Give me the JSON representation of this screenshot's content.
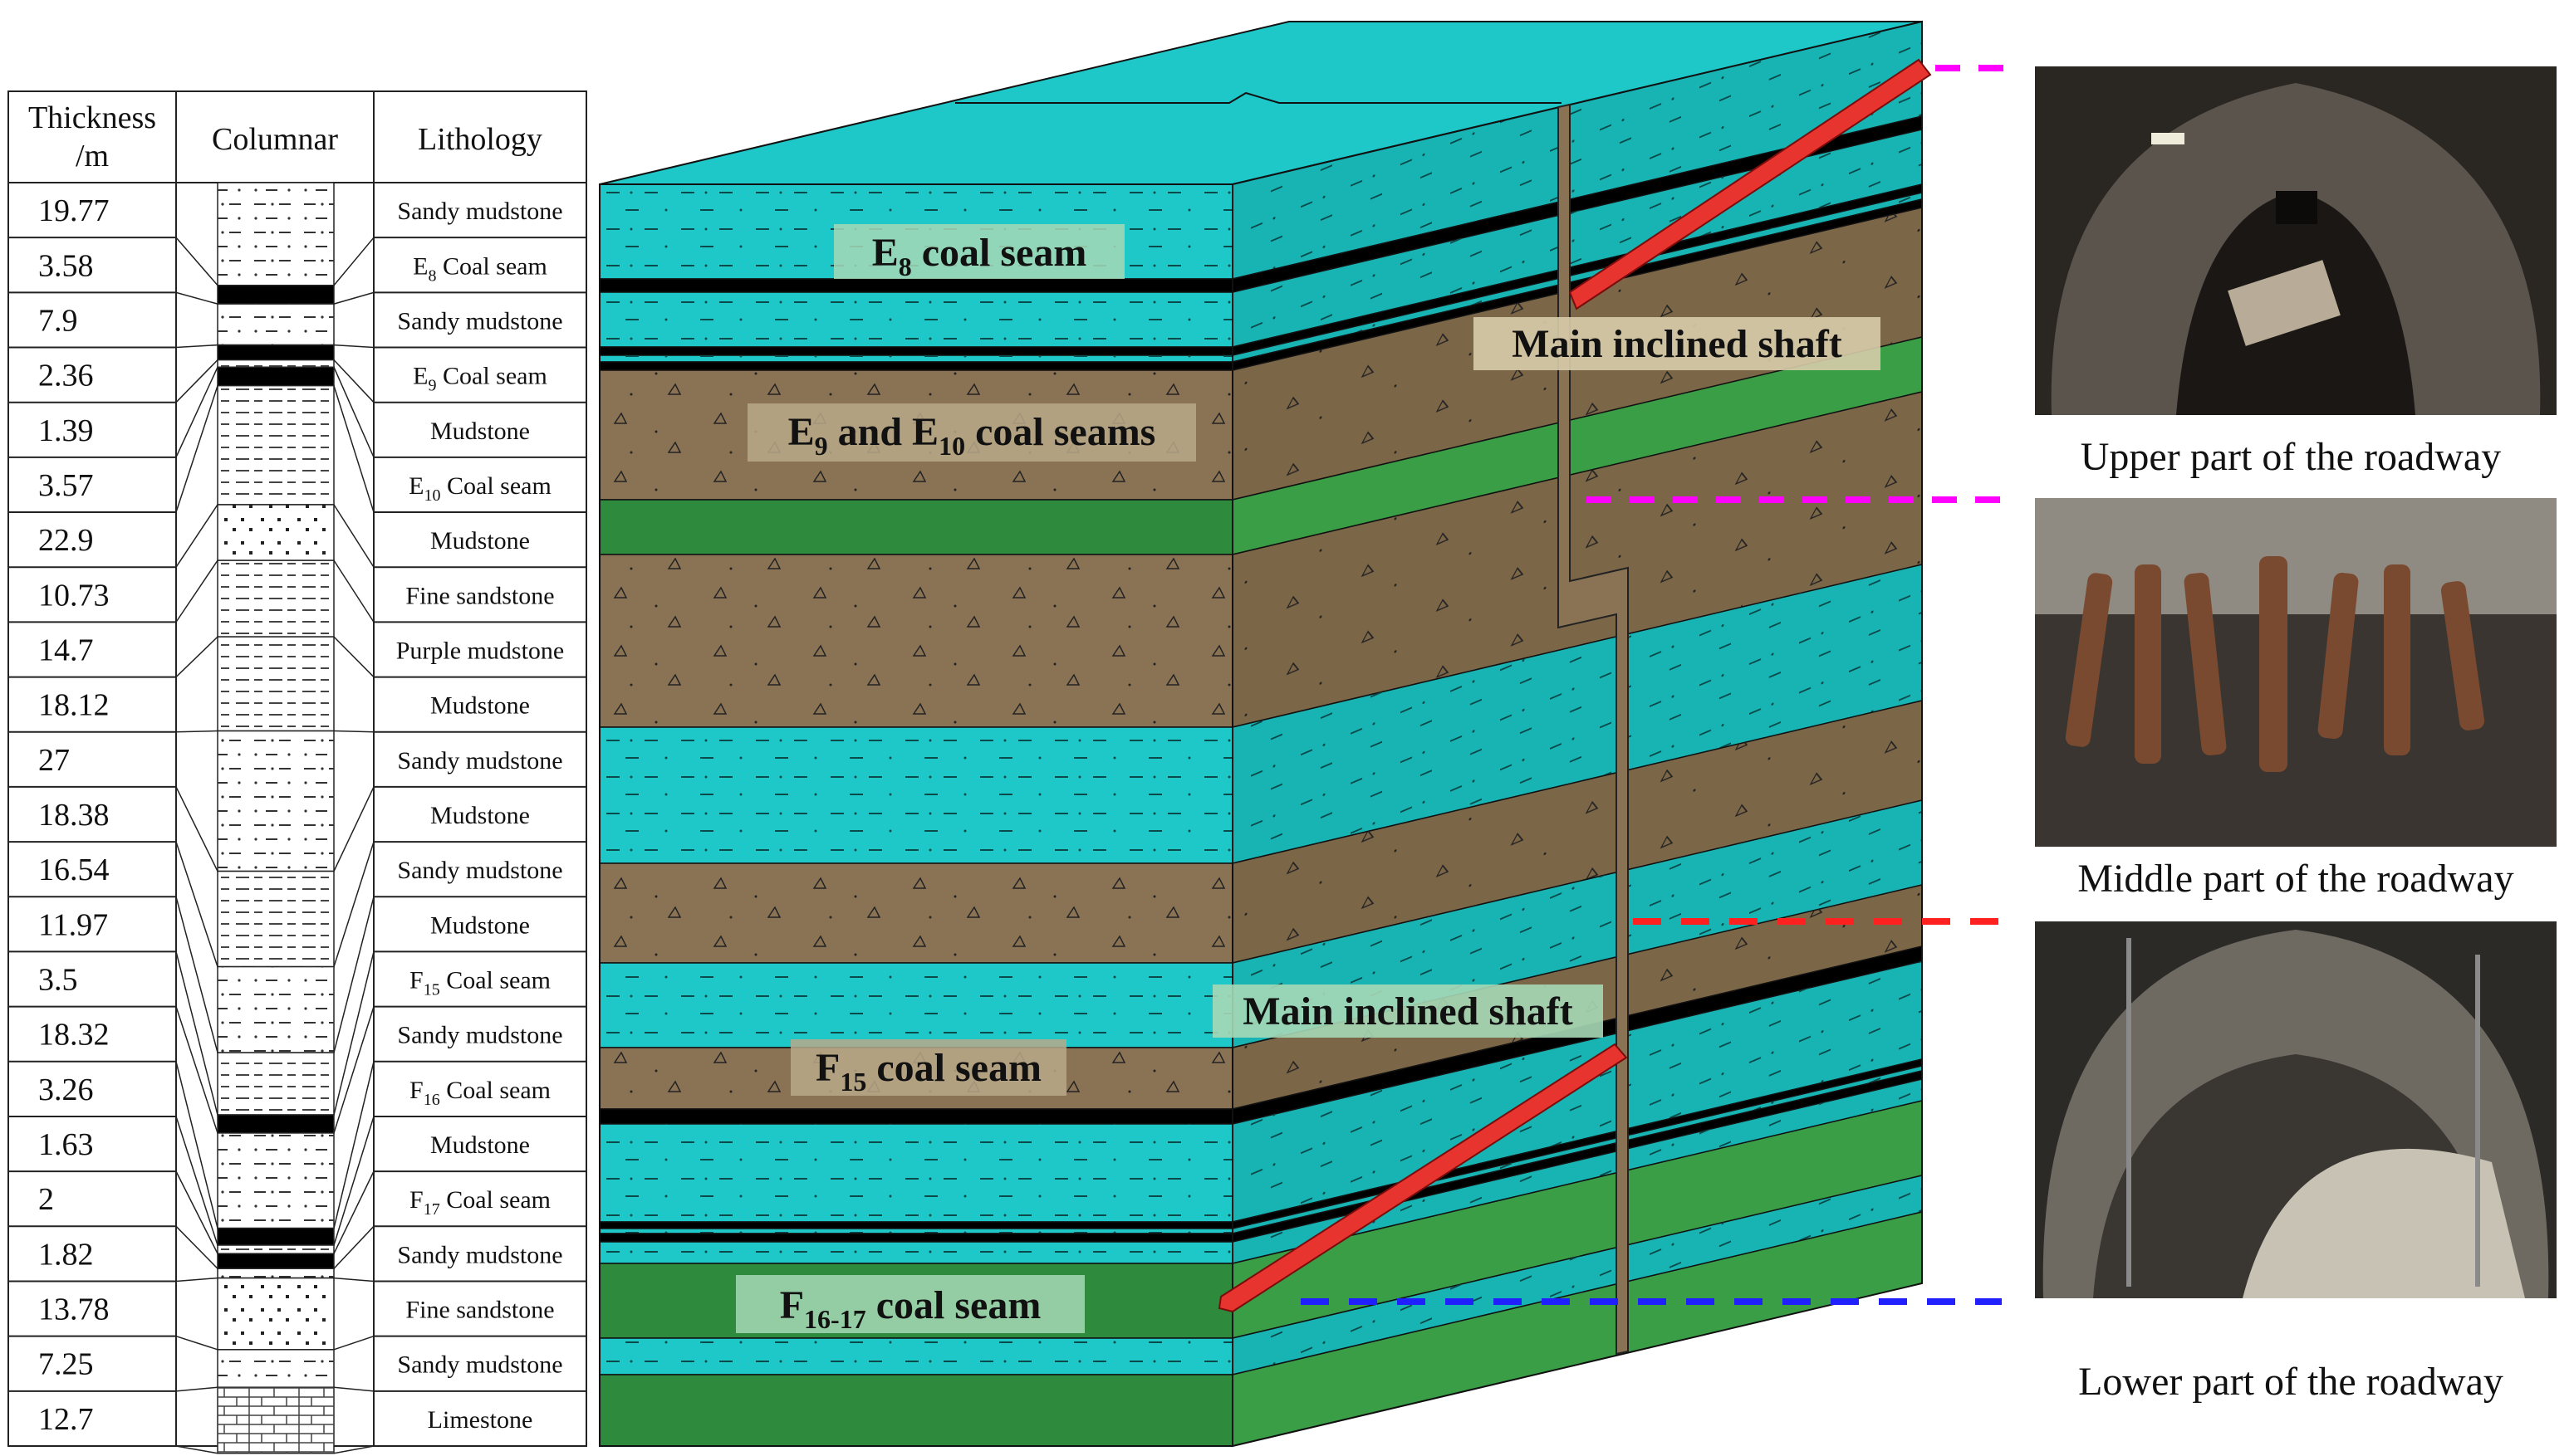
{
  "column": {
    "headers": {
      "thickness_line1": "Thickness",
      "thickness_line2": "/m",
      "columnar": "Columnar",
      "lithology": "Lithology"
    },
    "rows": [
      {
        "thickness": "19.77",
        "lithology": "Sandy mudstone",
        "pattern": "sandy"
      },
      {
        "thickness": "3.58",
        "lithology": "E8 Coal seam",
        "sub_main": "E",
        "sub": "8",
        "sub_rest": " Coal seam",
        "pattern": "coal"
      },
      {
        "thickness": "7.9",
        "lithology": "Sandy mudstone",
        "pattern": "sandy"
      },
      {
        "thickness": "2.36",
        "lithology": "E9 Coal seam",
        "sub_main": "E",
        "sub": "9",
        "sub_rest": " Coal seam",
        "pattern": "coal"
      },
      {
        "thickness": "1.39",
        "lithology": "Mudstone",
        "pattern": "mud"
      },
      {
        "thickness": "3.57",
        "lithology": "E10 Coal seam",
        "sub_main": "E",
        "sub": "10",
        "sub_rest": " Coal seam",
        "pattern": "coal"
      },
      {
        "thickness": "22.9",
        "lithology": "Mudstone",
        "pattern": "mud"
      },
      {
        "thickness": "10.73",
        "lithology": "Fine sandstone",
        "pattern": "fine"
      },
      {
        "thickness": "14.7",
        "lithology": "Purple mudstone",
        "pattern": "mud"
      },
      {
        "thickness": "18.12",
        "lithology": "Mudstone",
        "pattern": "mud"
      },
      {
        "thickness": "27",
        "lithology": "Sandy mudstone",
        "pattern": "sandy"
      },
      {
        "thickness": "18.38",
        "lithology": "Mudstone",
        "pattern": "mud"
      },
      {
        "thickness": "16.54",
        "lithology": "Sandy mudstone",
        "pattern": "sandy"
      },
      {
        "thickness": "11.97",
        "lithology": "Mudstone",
        "pattern": "mud"
      },
      {
        "thickness": "3.5",
        "lithology": "F15 Coal seam",
        "sub_main": "F",
        "sub": "15",
        "sub_rest": " Coal seam",
        "pattern": "coal"
      },
      {
        "thickness": "18.32",
        "lithology": "Sandy mudstone",
        "pattern": "sandy"
      },
      {
        "thickness": "3.26",
        "lithology": "F16 Coal seam",
        "sub_main": "F",
        "sub": "16",
        "sub_rest": " Coal seam",
        "pattern": "coal"
      },
      {
        "thickness": "1.63",
        "lithology": "Mudstone",
        "pattern": "mud"
      },
      {
        "thickness": "2",
        "lithology": "F17 Coal seam",
        "sub_main": "F",
        "sub": "17",
        "sub_rest": " Coal seam",
        "pattern": "coal"
      },
      {
        "thickness": "1.82",
        "lithology": "Sandy mudstone",
        "pattern": "sandy"
      },
      {
        "thickness": "13.78",
        "lithology": "Fine sandstone",
        "pattern": "fine"
      },
      {
        "thickness": "7.25",
        "lithology": "Sandy mudstone",
        "pattern": "sandy"
      },
      {
        "thickness": "12.7",
        "lithology": "Limestone",
        "pattern": "lime"
      }
    ]
  },
  "block": {
    "labels": {
      "e8": {
        "main": "E",
        "sub": "8",
        "rest": " coal seam"
      },
      "e9_10": {
        "p1": "E",
        "s1": "9",
        "p2": " and E",
        "s2": "10",
        "p3": " coal seams"
      },
      "f15": {
        "main": "F",
        "sub": "15",
        "rest": " coal seam"
      },
      "f16_17": {
        "main": "F",
        "sub": "16-17",
        "rest": " coal seam"
      },
      "shaft_upper": "Main inclined shaft",
      "shaft_lower": "Main inclined shaft"
    },
    "colors": {
      "cyan": "#1ec8c8",
      "cyan_side": "#18b4b4",
      "brown": "#8a7354",
      "brown_side": "#7c6648",
      "green": "#2e8b3e",
      "green_side": "#3a9e46",
      "coal": "#000000",
      "shaft": "#e8342e"
    }
  },
  "photos": {
    "upper": {
      "caption": "Upper part of the roadway"
    },
    "middle": {
      "caption": "Middle part of the roadway"
    },
    "lower": {
      "caption": "Lower part of the roadway"
    }
  },
  "markers": {
    "upper_color": "#ff00ff",
    "middle_color": "#ff00ff",
    "red_color": "#ff2020",
    "lower_color": "#2020ff"
  }
}
